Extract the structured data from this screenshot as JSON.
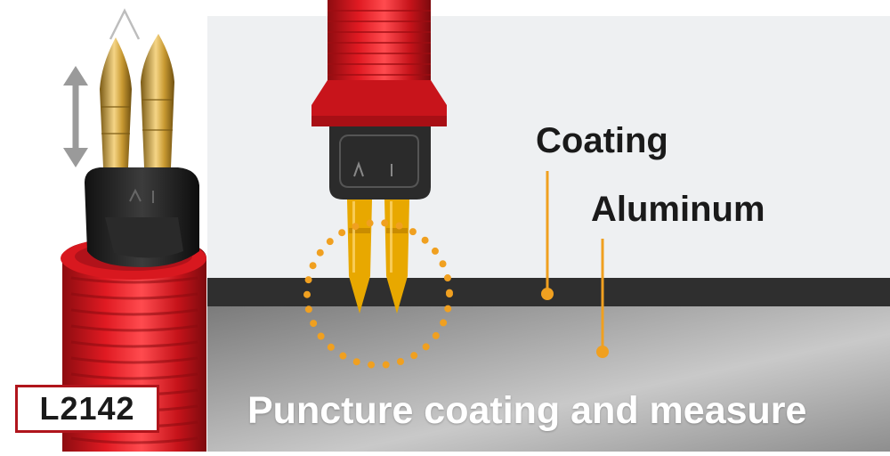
{
  "labels": {
    "coating": "Coating",
    "aluminum": "Aluminum",
    "caption": "Puncture coating and measure"
  },
  "model": "L2142",
  "colors": {
    "probe_red": "#d4141c",
    "pin_gold": "#e8a800",
    "pointer_orange": "#f0a020",
    "coating_layer": "#2f2f2f",
    "badge_border": "#b0151c"
  },
  "icons": {
    "motion_arrow": "vertical-double-arrow"
  }
}
